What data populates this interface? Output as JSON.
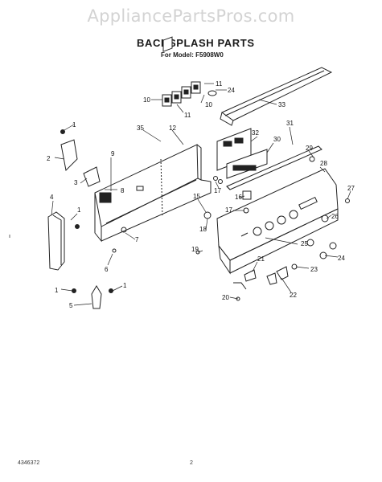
{
  "watermark": "AppliancePartsPros.com",
  "title": "BACKSPLASH PARTS",
  "subtitle": "For Model: F5908W0",
  "footer": {
    "code": "4346372",
    "page": "2"
  },
  "callouts": {
    "c1a": "1",
    "c1b": "1",
    "c1c": "1",
    "c1d": "1",
    "c2": "2",
    "c3": "3",
    "c4": "4",
    "c5": "5",
    "c6": "6",
    "c7": "7",
    "c8": "8",
    "c9": "9",
    "c10a": "10",
    "c10b": "10",
    "c11a": "11",
    "c11b": "11",
    "c12": "12",
    "c15": "15",
    "c16": "16",
    "c17a": "17",
    "c17b": "17",
    "c18": "18",
    "c19": "19",
    "c20": "20",
    "c21": "21",
    "c22": "22",
    "c23": "23",
    "c24a": "24",
    "c24b": "24",
    "c25": "25",
    "c26": "26",
    "c27": "27",
    "c28": "28",
    "c29": "29",
    "c30": "30",
    "c31": "31",
    "c32": "32",
    "c33": "33",
    "c35": "35"
  }
}
